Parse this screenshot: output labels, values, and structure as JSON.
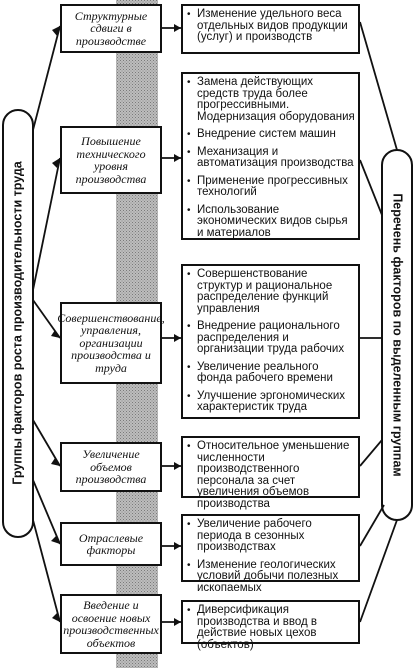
{
  "left_label": "Группы факторов роста производительности труда",
  "right_label": "Перечень факторов по выделенным группам",
  "groups": [
    {
      "factor": "Структурные сдвиги в производстве",
      "items": [
        "Изменение удельного веса отдельных видов продукции (услуг) и производств"
      ]
    },
    {
      "factor": "Повышение технического уровня производства",
      "items": [
        "Замена действующих средств труда более прогрессивными. Модернизация оборудования",
        "Внедрение систем машин",
        "Механизация и автоматизация производства",
        "Применение прогрессивных технологий",
        "Использование экономических видов сырья и материалов"
      ]
    },
    {
      "factor": "Совершенствование, управления, организации производства и труда",
      "items": [
        "Совершенствование структур и рациональное распределение функций управления",
        "Внедрение рационального распределения и организации труда рабочих",
        "Увеличение реального фонда рабочего времени",
        "Улучшение эргономических характеристик труда"
      ]
    },
    {
      "factor": "Увеличение объемов производства",
      "items": [
        "Относительное уменьшение численности производственного персонала за счет увеличения объемов производства"
      ]
    },
    {
      "factor": "Отраслевые факторы",
      "items": [
        "Увеличение рабочего периода в сезонных производствах",
        "Изменение геологических условий добычи полезных ископаемых"
      ]
    },
    {
      "factor": "Введение и освоение новых производственных объектов",
      "items": [
        "Диверсификация производства и ввод в действие новых цехов (объектов)"
      ]
    }
  ]
}
